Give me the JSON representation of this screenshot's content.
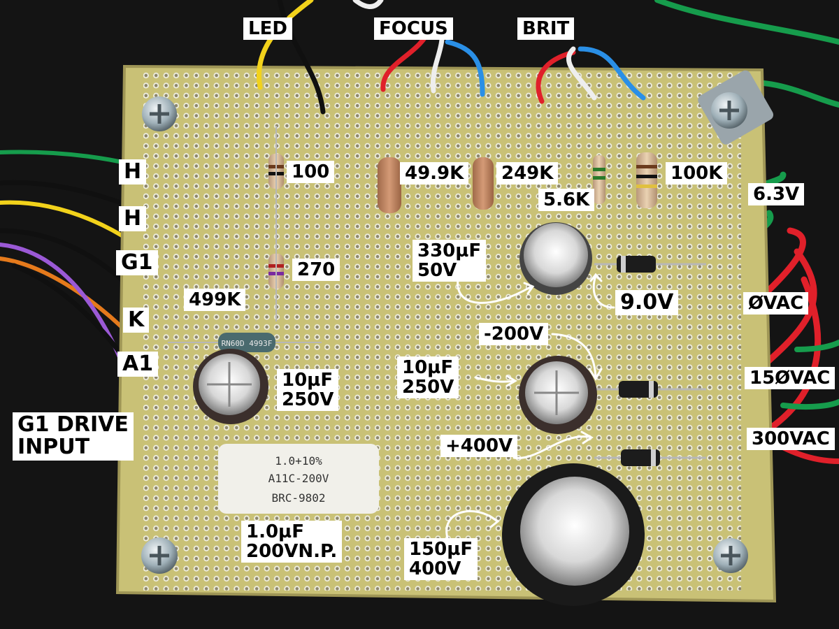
{
  "image": {
    "subject": "perfboard-circuit",
    "board_color": "#c9c176",
    "background_color": "#141414"
  },
  "labels": {
    "led": "LED",
    "focus": "FOCUS",
    "brit": "BRIT",
    "h1": "H",
    "h2": "H",
    "g1": "G1",
    "k": "K",
    "a1": "A1",
    "g1_drive": "G1 DRIVE\nINPUT",
    "r100": "100",
    "r270": "270",
    "r499k": "499K",
    "r49_9k": "49.9K",
    "r249k": "249K",
    "r5_6k": "5.6K",
    "r100k": "100K",
    "v6_3": "6.3V",
    "c330": "330µF\n50V",
    "v9_0": "9.0V",
    "vac0": "ØVAC",
    "vm200": "-200V",
    "c10a": "10µF\n250V",
    "c10b": "10µF\n250V",
    "vac150": "15ØVAC",
    "vp400": "+400V",
    "vac300": "300VAC",
    "c1": "1.0µF\n200VN.P.",
    "c150": "150µF\n400V"
  },
  "component_markings": {
    "film_cap_line1": "1.0+10%",
    "film_cap_line2": "A11C-200V",
    "film_cap_line3": "BRC-9802",
    "resistor_499k": "RN60D 4993F"
  },
  "colors": {
    "wire_yellow": "#f2d21b",
    "wire_black": "#101010",
    "wire_red": "#e0202a",
    "wire_white": "#eeeeee",
    "wire_blue": "#2a8fe6",
    "wire_green": "#169c4c",
    "wire_purple": "#9b59d6",
    "wire_orange": "#e57a1c"
  }
}
